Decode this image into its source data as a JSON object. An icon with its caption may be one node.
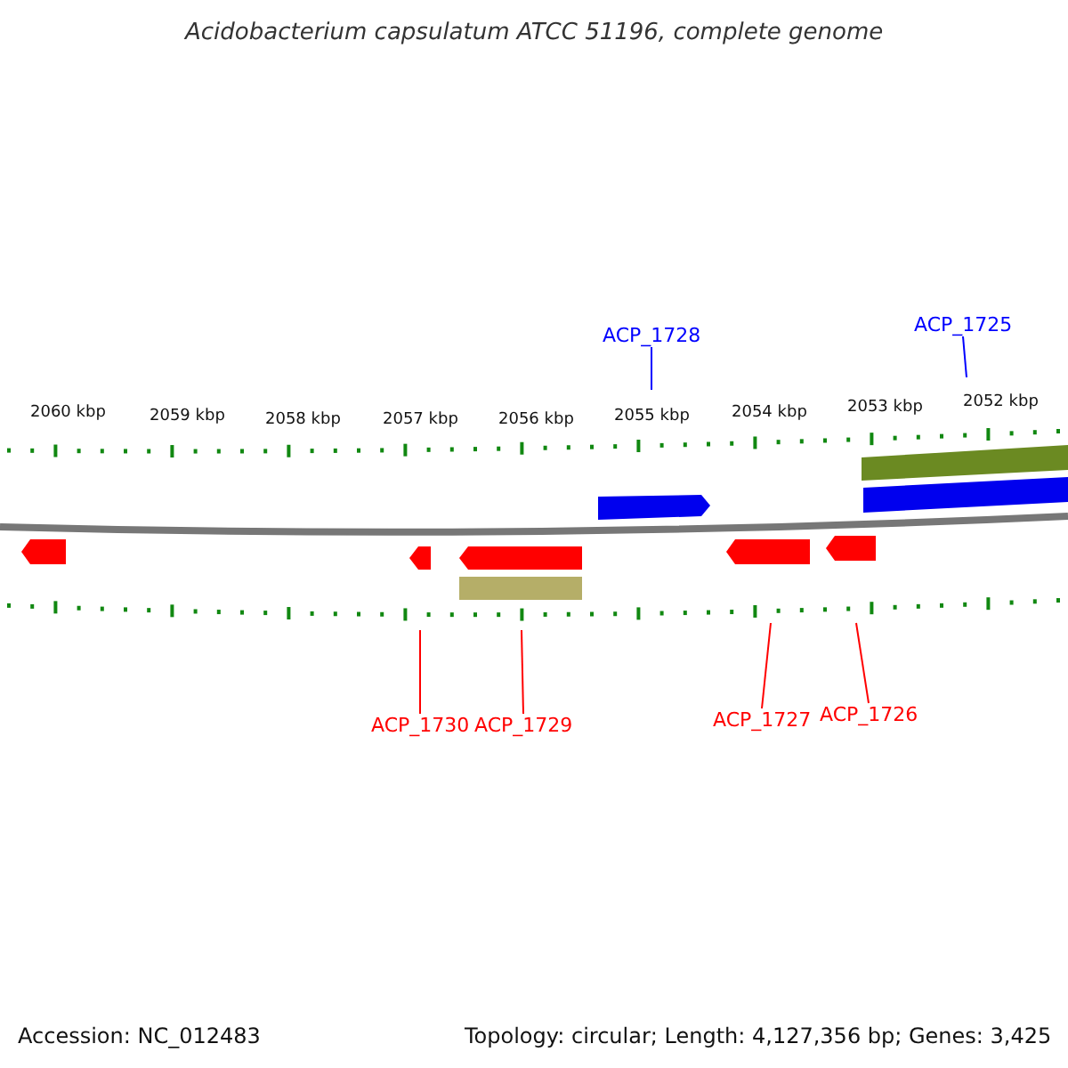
{
  "diagram": {
    "title": "Acidobacterium capsulatum ATCC 51196, complete genome",
    "nodes": [
      {
        "text": [
          "ACP_1728"
        ]
      },
      {
        "text": [
          "ACP_1725"
        ]
      },
      {
        "text": [
          "ACP_1730"
        ]
      },
      {
        "text": [
          "ACP_1729"
        ]
      },
      {
        "text": [
          "ACP_1727"
        ]
      },
      {
        "text": [
          "ACP_1726"
        ]
      }
    ],
    "edges": [
      {
        "from": 0,
        "to": null,
        "arrow": "none",
        "color": "#0000ff"
      },
      {
        "from": 1,
        "to": null,
        "arrow": "none",
        "color": "#0000ff"
      },
      {
        "from": 2,
        "to": null,
        "arrow": "none"
      },
      {
        "from": 3,
        "to": null,
        "arrow": "none"
      },
      {
        "from": 4,
        "to": null,
        "arrow": "none"
      },
      {
        "from": 5,
        "to": null,
        "arrow": "none"
      }
    ],
    "labels": [
      "2060 kbp",
      "2059 kbp",
      "2058 kbp",
      "2057 kbp",
      "2056 kbp",
      "2055 kbp",
      "2054 kbp",
      "2053 kbp",
      "2052 kbp",
      "Accession: NC_012483",
      "Topology: circular; Length: 4,127,356 bp; Genes: 3,425"
    ]
  }
}
